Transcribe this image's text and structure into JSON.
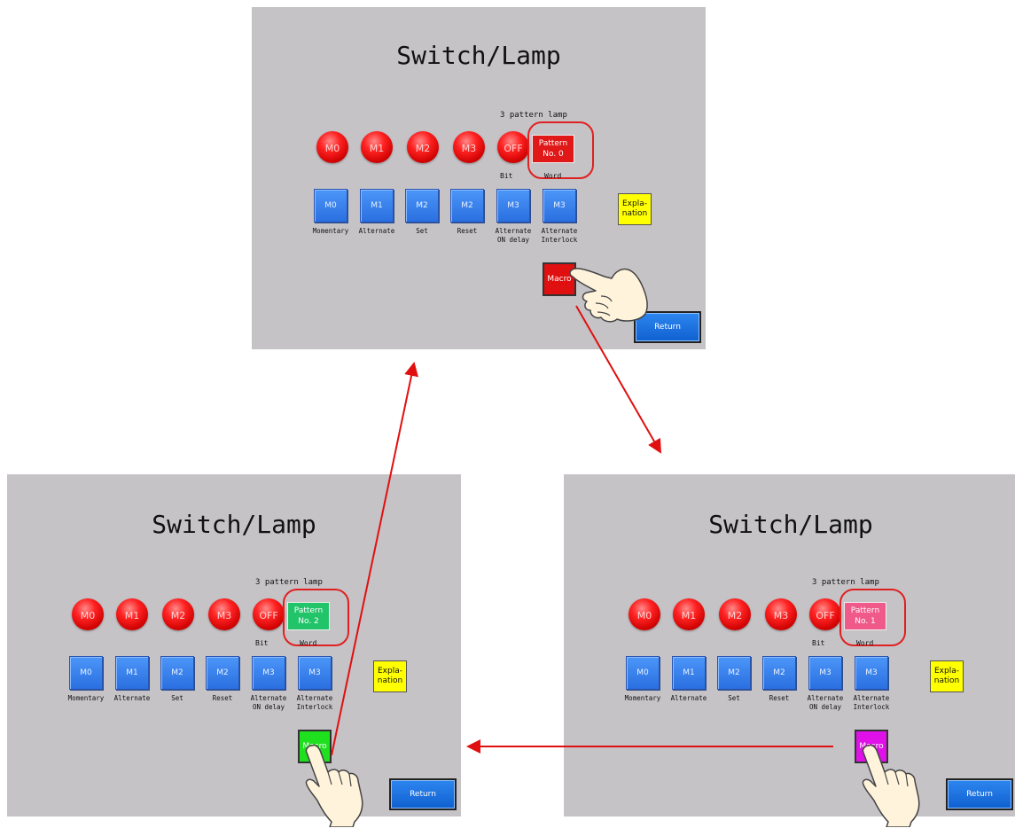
{
  "colors": {
    "screen_bg": "#c5c3c6",
    "lamp_red": "#e00000",
    "switch_blue": "#3f86f0",
    "explain_yellow": "#ffff00",
    "arrow_red": "#e01010",
    "highlight_ring": "#e02020"
  },
  "panels": [
    {
      "id": "top",
      "title": "Switch/Lamp",
      "pattern_label": "3 pattern lamp",
      "lamps": [
        "M0",
        "M1",
        "M2",
        "M3",
        "OFF"
      ],
      "bit_label": "Bit",
      "word_label": "Word",
      "word_lamp": {
        "line1": "Pattern",
        "line2": "No. 0",
        "color": "#e01818"
      },
      "switches": [
        {
          "label": "M0",
          "caption": "Momentary"
        },
        {
          "label": "M1",
          "caption": "Alternate"
        },
        {
          "label": "M2",
          "caption": "Set"
        },
        {
          "label": "M2",
          "caption": "Reset"
        },
        {
          "label": "M3",
          "caption": "Alternate\nON delay"
        },
        {
          "label": "M3",
          "caption": "Alternate\nInterlock"
        }
      ],
      "explanation": "Expla-\nnation",
      "macro": {
        "label": "Macro",
        "color": "#e01010"
      },
      "return_label": "Return"
    },
    {
      "id": "left",
      "title": "Switch/Lamp",
      "pattern_label": "3 pattern lamp",
      "lamps": [
        "M0",
        "M1",
        "M2",
        "M3",
        "OFF"
      ],
      "bit_label": "Bit",
      "word_label": "Word",
      "word_lamp": {
        "line1": "Pattern",
        "line2": "No. 2",
        "color": "#22c46a"
      },
      "switches": [
        {
          "label": "M0",
          "caption": "Momentary"
        },
        {
          "label": "M1",
          "caption": "Alternate"
        },
        {
          "label": "M2",
          "caption": "Set"
        },
        {
          "label": "M2",
          "caption": "Reset"
        },
        {
          "label": "M3",
          "caption": "Alternate\nON delay"
        },
        {
          "label": "M3",
          "caption": "Alternate\nInterlock"
        }
      ],
      "explanation": "Expla-\nnation",
      "macro": {
        "label": "Macro",
        "color": "#1ee01e"
      },
      "return_label": "Return"
    },
    {
      "id": "right",
      "title": "Switch/Lamp",
      "pattern_label": "3 pattern lamp",
      "lamps": [
        "M0",
        "M1",
        "M2",
        "M3",
        "OFF"
      ],
      "bit_label": "Bit",
      "word_label": "Word",
      "word_lamp": {
        "line1": "Pattern",
        "line2": "No. 1",
        "color": "#f05a8a"
      },
      "switches": [
        {
          "label": "M0",
          "caption": "Momentary"
        },
        {
          "label": "M1",
          "caption": "Alternate"
        },
        {
          "label": "M2",
          "caption": "Set"
        },
        {
          "label": "M2",
          "caption": "Reset"
        },
        {
          "label": "M3",
          "caption": "Alternate\nON delay"
        },
        {
          "label": "M3",
          "caption": "Alternate\nInterlock"
        }
      ],
      "explanation": "Expla-\nnation",
      "macro": {
        "label": "Macro",
        "color": "#e010e8"
      },
      "return_label": "Return"
    }
  ]
}
